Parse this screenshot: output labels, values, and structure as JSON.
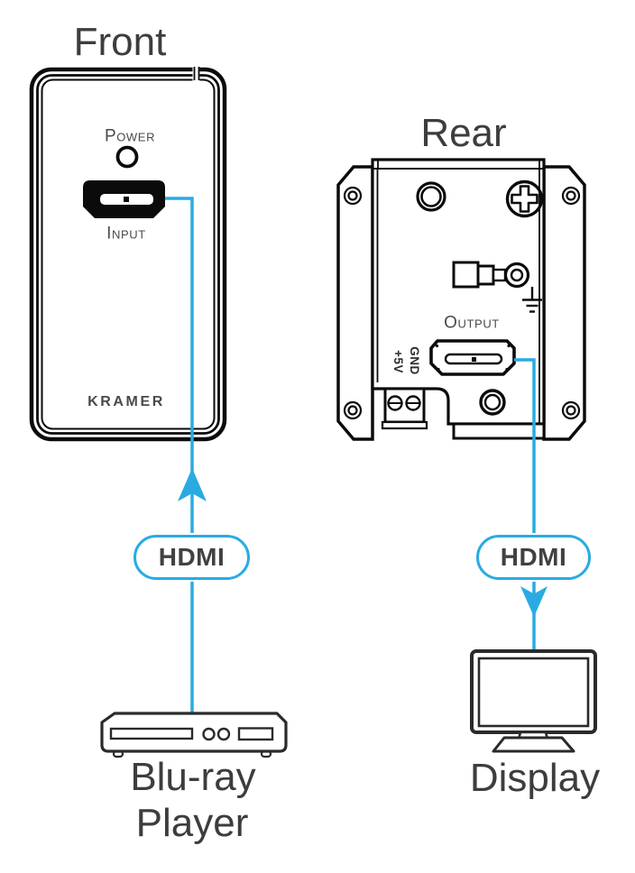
{
  "diagram": {
    "front": {
      "title": "Front",
      "power_label": "Power",
      "input_label": "Input",
      "brand": "KRAMER"
    },
    "rear": {
      "title": "Rear",
      "output_label": "Output",
      "gnd_label": "GND",
      "v5_label": "+5V"
    },
    "cables": {
      "left_label": "HDMI",
      "right_label": "HDMI"
    },
    "devices": {
      "source_line1": "Blu-ray",
      "source_line2": "Player",
      "sink_label": "Display"
    },
    "colors": {
      "accent_cyan": "#29ABE2",
      "line_black": "#0b0b0b",
      "title_text": "#3d3d3f",
      "label_text": "#4a4a4c"
    }
  }
}
